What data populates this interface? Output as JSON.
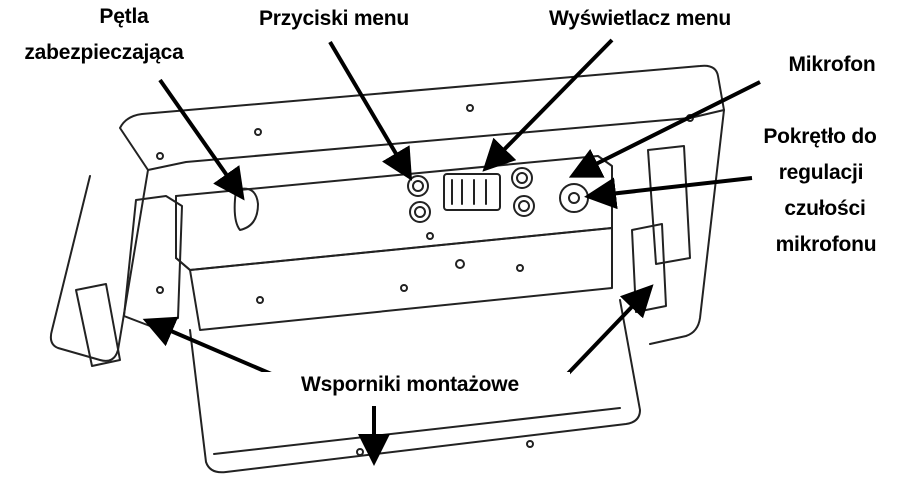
{
  "labels": {
    "safety_loop_line1": "Pętla",
    "safety_loop_line2": "zabezpieczająca",
    "menu_buttons": "Przyciski menu",
    "menu_display": "Wyświetlacz menu",
    "microphone": "Mikrofon",
    "mic_knob_line1": "Pokrętło do",
    "mic_knob_line2": "regulacji",
    "mic_knob_line3": "czułości",
    "mic_knob_line4": "mikrofonu",
    "mounting_brackets": "Wsporniki montażowe"
  },
  "colors": {
    "ink": "#000000",
    "outline": "#222222",
    "background": "#ffffff"
  }
}
